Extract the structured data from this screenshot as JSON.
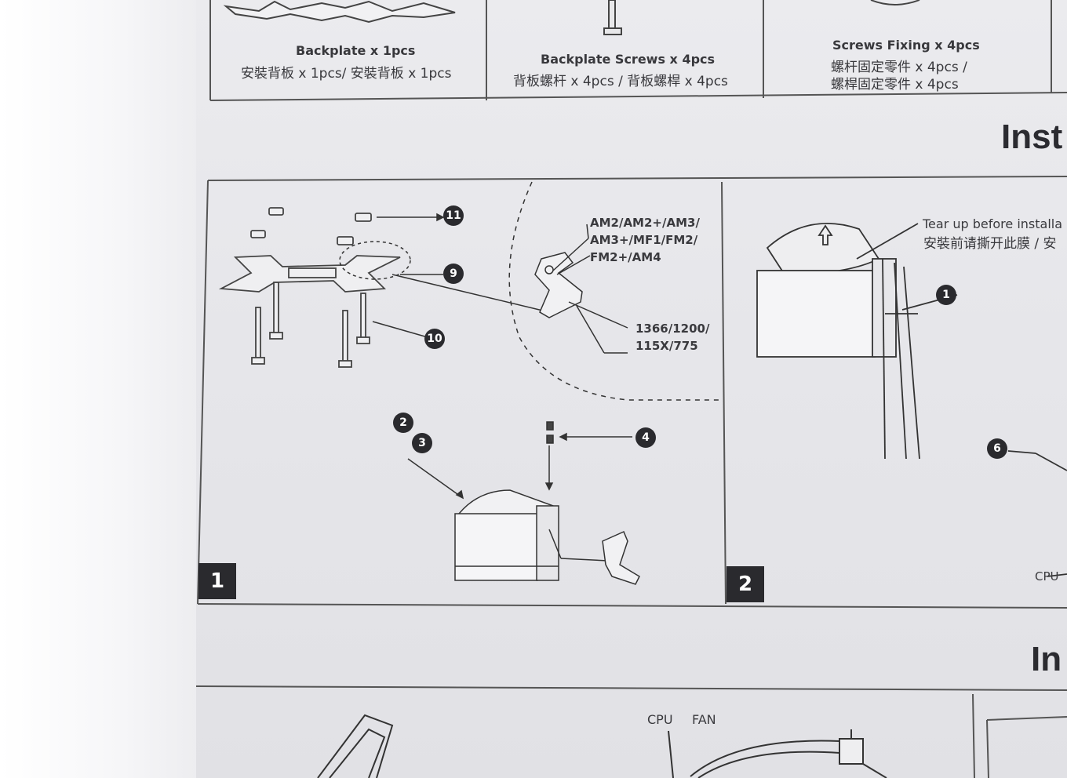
{
  "parts": {
    "backplate": {
      "en": "Backplate x 1pcs",
      "zh": "安裝背板 x 1pcs/ 安裝背板 x 1pcs"
    },
    "backplate_screws": {
      "en": "Backplate Screws x 4pcs",
      "zh": "背板螺杆 x 4pcs / 背板螺桿 x 4pcs"
    },
    "screws_fixing": {
      "en": "Screws Fixing x 4pcs",
      "zh1": "螺杆固定零件 x 4pcs /",
      "zh2": "螺桿固定零件 x 4pcs"
    }
  },
  "headings": {
    "install_top": "Inst",
    "install_bottom": "In"
  },
  "step1": {
    "number": "1",
    "amd_sockets": [
      "AM2/AM2+/AM3/",
      "AM3+/MF1/FM2/",
      "FM2+/AM4"
    ],
    "intel_sockets": [
      "1366/1200/",
      "115X/775"
    ],
    "callouts": [
      "11",
      "9",
      "10",
      "2",
      "3",
      "4"
    ]
  },
  "step2": {
    "number": "2",
    "tear_en": "Tear up before installa",
    "tear_zh": "安裝前请撕开此膜 / 安",
    "callouts": [
      "1",
      "6"
    ],
    "cpu_label": "CPU"
  },
  "bottom": {
    "cpu": "CPU",
    "fan": "FAN"
  }
}
